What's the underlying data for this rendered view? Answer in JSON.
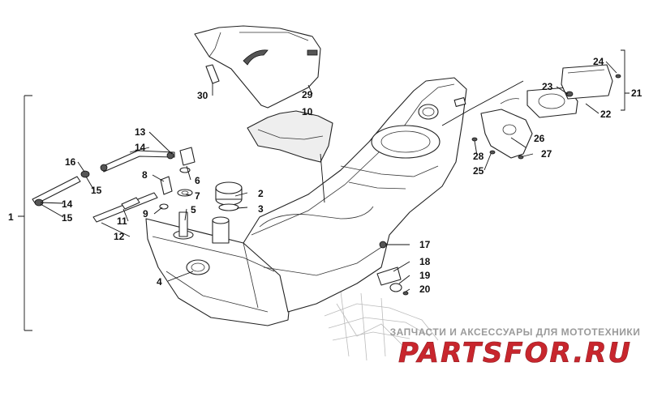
{
  "callouts": [
    "1",
    "2",
    "3",
    "4",
    "5",
    "6",
    "7",
    "8",
    "9",
    "10",
    "11",
    "12",
    "13",
    "14",
    "15",
    "16",
    "14",
    "15",
    "17",
    "18",
    "19",
    "20",
    "21",
    "22",
    "23",
    "24",
    "25",
    "26",
    "27",
    "28",
    "29",
    "30"
  ],
  "watermark": {
    "caption": "ЗАПЧАСТИ И АКСЕССУАРЫ ДЛЯ МОТОТЕХНИКИ",
    "logo": "PARTSFOR.RU",
    "color": "#c8262d"
  }
}
